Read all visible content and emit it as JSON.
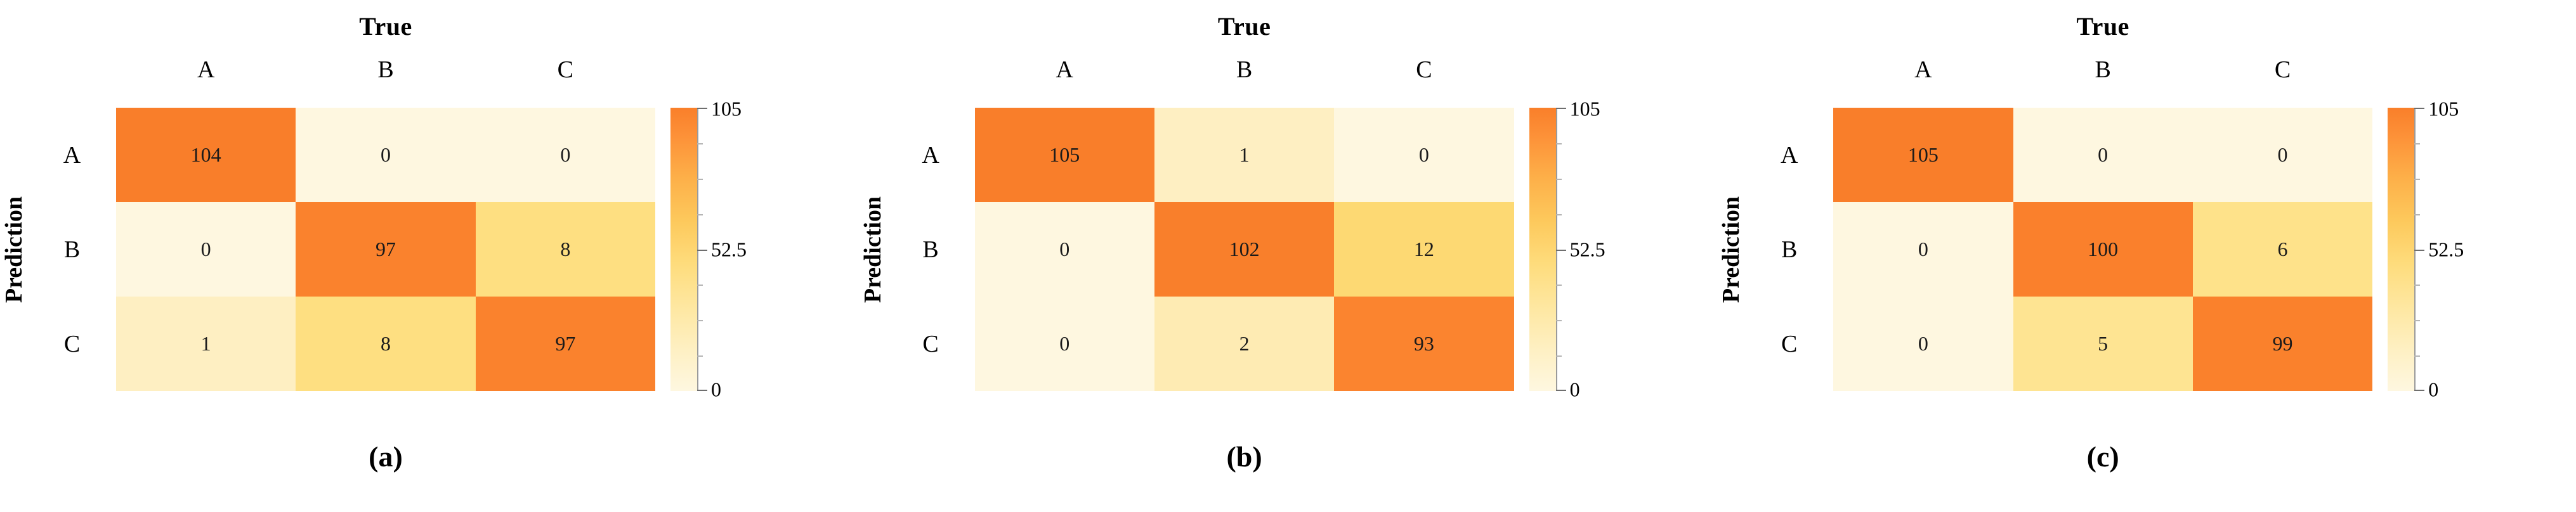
{
  "figure": {
    "background": "#ffffff",
    "accent_high": "#FD8334",
    "accent_low": "#FEF5DC"
  },
  "panels": [
    {
      "caption": "(a)",
      "x_title": "True",
      "y_title": "Prediction",
      "chart_data": {
        "type": "heatmap",
        "title": "True",
        "xlabel": "True",
        "ylabel": "Prediction",
        "categories_x": [
          "A",
          "B",
          "C"
        ],
        "categories_y": [
          "A",
          "B",
          "C"
        ],
        "values": [
          [
            104,
            0,
            0
          ],
          [
            0,
            97,
            8
          ],
          [
            1,
            8,
            97
          ]
        ],
        "colorbar": {
          "ticks": [
            "105",
            "52.5",
            "0"
          ],
          "tick_values": [
            105,
            52.5,
            0
          ],
          "vmin": 0,
          "vmax": 105,
          "position": "right",
          "colormap": "oranges"
        },
        "grid": false,
        "annotations": true
      }
    },
    {
      "caption": "(b)",
      "x_title": "True",
      "y_title": "Prediction",
      "chart_data": {
        "type": "heatmap",
        "title": "True",
        "xlabel": "True",
        "ylabel": "Prediction",
        "categories_x": [
          "A",
          "B",
          "C"
        ],
        "categories_y": [
          "A",
          "B",
          "C"
        ],
        "values": [
          [
            105,
            1,
            0
          ],
          [
            0,
            102,
            12
          ],
          [
            0,
            2,
            93
          ]
        ],
        "colorbar": {
          "ticks": [
            "105",
            "52.5",
            "0"
          ],
          "tick_values": [
            105,
            52.5,
            0
          ],
          "vmin": 0,
          "vmax": 105,
          "position": "right",
          "colormap": "oranges"
        },
        "grid": false,
        "annotations": true
      }
    },
    {
      "caption": "(c)",
      "x_title": "True",
      "y_title": "Prediction",
      "chart_data": {
        "type": "heatmap",
        "title": "True",
        "xlabel": "True",
        "ylabel": "Prediction",
        "categories_x": [
          "A",
          "B",
          "C"
        ],
        "categories_y": [
          "A",
          "B",
          "C"
        ],
        "values": [
          [
            105,
            0,
            0
          ],
          [
            0,
            100,
            6
          ],
          [
            0,
            5,
            99
          ]
        ],
        "colorbar": {
          "ticks": [
            "105",
            "52.5",
            "0"
          ],
          "tick_values": [
            105,
            52.5,
            0
          ],
          "vmin": 0,
          "vmax": 105,
          "position": "right",
          "colormap": "oranges"
        },
        "grid": false,
        "annotations": true
      }
    }
  ]
}
